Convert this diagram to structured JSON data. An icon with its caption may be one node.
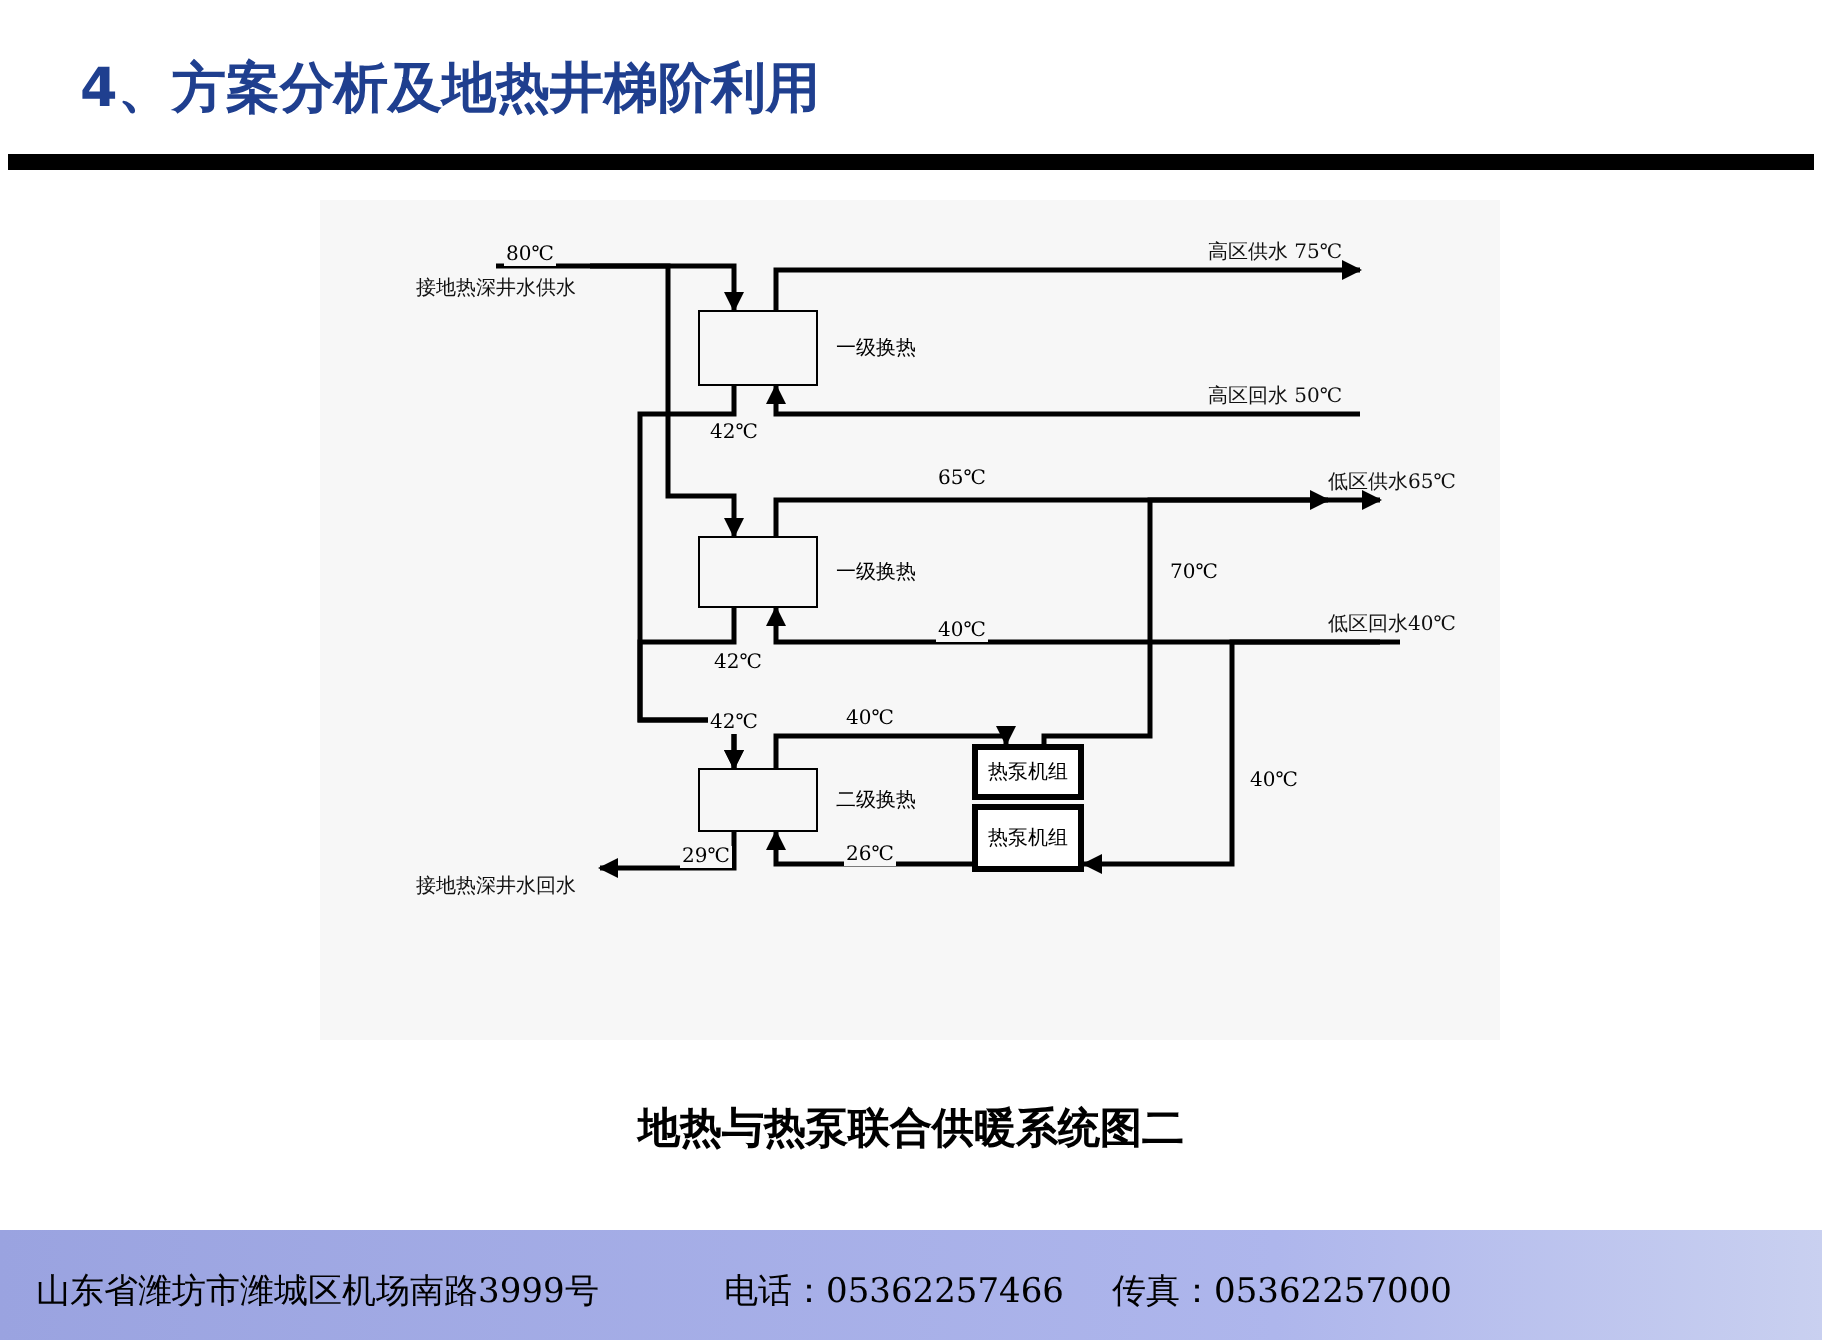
{
  "diagram": {
    "title": "4、方案分析及地热井梯阶利用",
    "caption": "地热与热泵联合供暖系统图二",
    "nodes": [
      {
        "text": [
          "接地热深井水供水"
        ]
      },
      {
        "text": [
          "一级换热"
        ]
      },
      {
        "text": [
          "一级换热"
        ]
      },
      {
        "text": [
          "二级换热"
        ]
      },
      {
        "text": [
          "热泵机组"
        ]
      },
      {
        "text": [
          "热泵机组"
        ]
      },
      {
        "text": [
          "高区供水 75℃"
        ]
      },
      {
        "text": [
          "高区回水 50℃"
        ]
      },
      {
        "text": [
          "低区供水65℃"
        ]
      },
      {
        "text": [
          "低区回水40℃"
        ]
      },
      {
        "text": [
          "接地热深井水回水"
        ]
      }
    ],
    "edges": [
      {
        "from": 0,
        "to": 1,
        "arrow": "to",
        "label": "80℃"
      },
      {
        "from": 0,
        "to": 2,
        "arrow": "to"
      },
      {
        "from": 1,
        "to": 3,
        "arrow": "to",
        "label": "42℃"
      },
      {
        "from": 2,
        "to": 3,
        "arrow": "to",
        "label": "42℃"
      },
      {
        "from": 3,
        "to": 10,
        "arrow": "to",
        "label": "29℃"
      },
      {
        "from": 1,
        "to": 6,
        "arrow": "to"
      },
      {
        "from": 7,
        "to": 1,
        "arrow": "to"
      },
      {
        "from": 2,
        "to": 8,
        "arrow": "to",
        "label": "65℃"
      },
      {
        "from": 9,
        "to": 2,
        "arrow": "to",
        "label": "40℃"
      },
      {
        "from": 3,
        "to": 4,
        "arrow": "to",
        "label": "40℃"
      },
      {
        "from": 4,
        "to": 8,
        "arrow": "to",
        "label": "70℃"
      },
      {
        "from": 9,
        "to": 5,
        "arrow": "to",
        "label": "40℃"
      },
      {
        "from": 5,
        "to": 3,
        "arrow": "to",
        "label": "26℃"
      }
    ],
    "labels": [
      "42℃",
      "山东省潍坊市潍城区机场南路3999号",
      "电话：05362257466",
      "传真：05362257000"
    ]
  }
}
